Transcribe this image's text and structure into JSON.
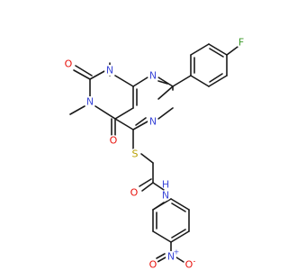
{
  "colors": {
    "bond": "#1a1a1a",
    "N": "#3c48d8",
    "O": "#e8120c",
    "S": "#b8a000",
    "F": "#3c9a2a",
    "C": "#1a1a1a"
  },
  "atoms": [
    {
      "id": "F",
      "text": "F",
      "element": "F",
      "name": "fluorine-atom"
    },
    {
      "id": "N_m1",
      "text": "N",
      "element": "N",
      "name": "ring-nitrogen-atom"
    },
    {
      "id": "N_m2",
      "text": "N",
      "element": "N",
      "name": "ring-nitrogen-atom"
    },
    {
      "id": "N_m3",
      "text": "N",
      "element": "N",
      "name": "ring-nitrogen-atom"
    },
    {
      "id": "N_m4",
      "text": "N",
      "element": "N",
      "name": "ring-nitrogen-atom"
    },
    {
      "id": "O_1",
      "text": "O",
      "element": "O",
      "name": "carbonyl-oxygen-atom"
    },
    {
      "id": "O_2",
      "text": "O",
      "element": "O",
      "name": "carbonyl-oxygen-atom"
    },
    {
      "id": "S",
      "text": "S",
      "element": "S",
      "name": "thioether-sulfur-atom"
    },
    {
      "id": "O_3",
      "text": "O",
      "element": "O",
      "name": "amide-oxygen-atom"
    },
    {
      "id": "NH",
      "text": "N",
      "element": "N",
      "name": "amide-nitrogen-atom"
    },
    {
      "id": "H",
      "text": "H",
      "element": "N",
      "name": "amide-hydrogen-label"
    },
    {
      "id": "Nno2",
      "text": "N",
      "element": "N",
      "name": "nitro-nitrogen-atom"
    },
    {
      "id": "O_n1",
      "text": "O",
      "element": "O",
      "name": "nitro-oxygen-atom"
    },
    {
      "id": "O_n2",
      "text": "O",
      "element": "O",
      "name": "nitro-oxygen-atom"
    }
  ],
  "charges": [
    {
      "atom": "Nno2",
      "text": "+"
    },
    {
      "atom": "O_n2",
      "text": "-"
    }
  ]
}
